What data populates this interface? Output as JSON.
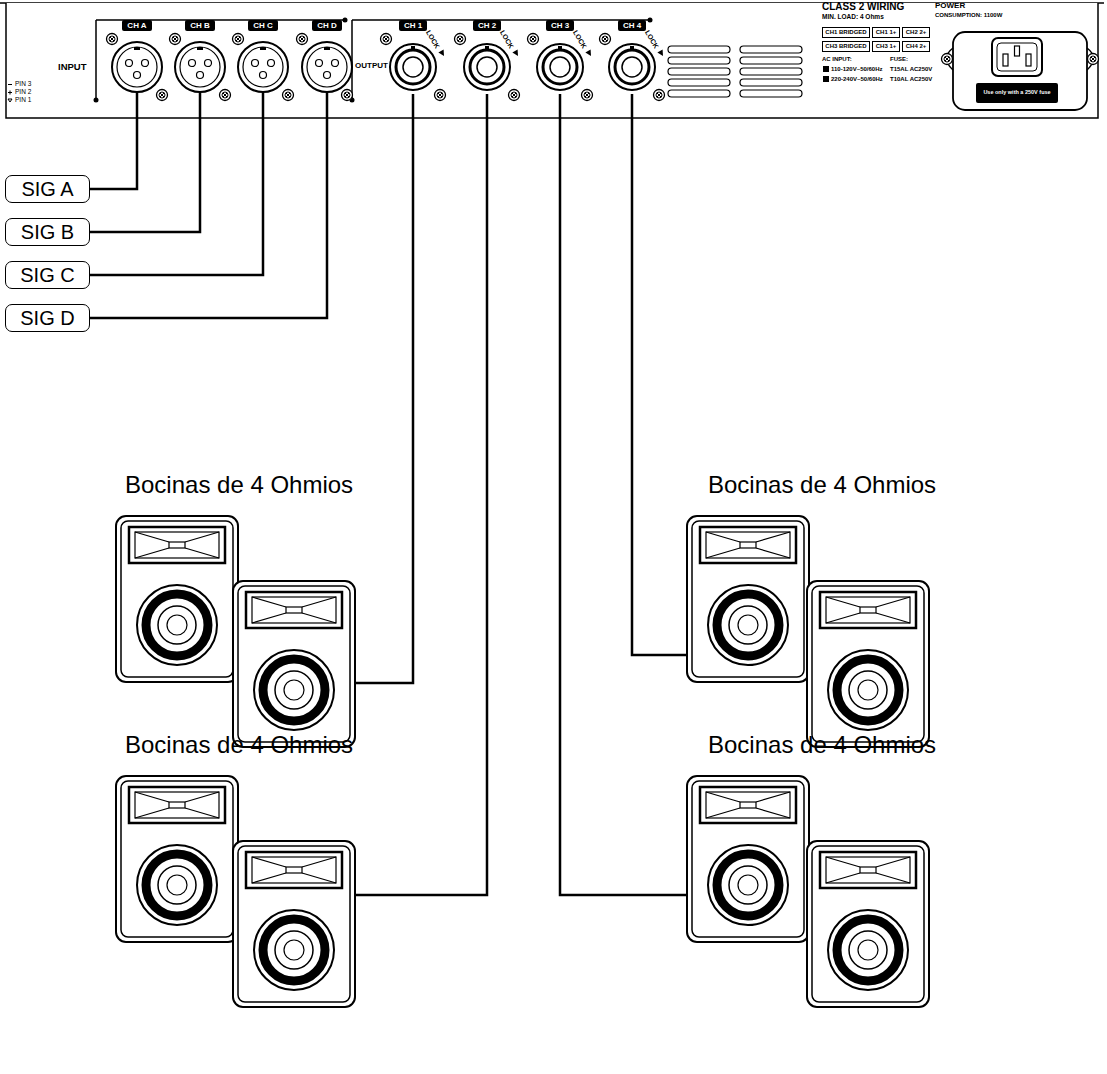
{
  "diagram": {
    "nodes": [
      {
        "text": [
          "CH A"
        ]
      },
      {
        "text": [
          "CH B"
        ]
      },
      {
        "text": [
          "CH C"
        ]
      },
      {
        "text": [
          "CH D"
        ]
      },
      {
        "text": [
          "CH 1"
        ]
      },
      {
        "text": [
          "CH 2"
        ]
      },
      {
        "text": [
          "CH 3"
        ]
      },
      {
        "text": [
          "CH 4"
        ]
      },
      {
        "text": [
          "SIG A"
        ]
      },
      {
        "text": [
          "SIG B"
        ]
      },
      {
        "text": [
          "SIG C"
        ]
      },
      {
        "text": [
          "SIG D"
        ]
      },
      {
        "text": [
          "Bocinas de 4 Ohmios"
        ]
      },
      {
        "text": [
          "Bocinas de 4 Ohmios"
        ]
      },
      {
        "text": [
          "Bocinas de 4 Ohmios"
        ]
      },
      {
        "text": [
          "Bocinas de 4 Ohmios"
        ]
      }
    ],
    "edges": [
      {
        "from": 8,
        "to": 0,
        "arrow": "none"
      },
      {
        "from": 9,
        "to": 1,
        "arrow": "none"
      },
      {
        "from": 10,
        "to": 2,
        "arrow": "none"
      },
      {
        "from": 11,
        "to": 3,
        "arrow": "none"
      },
      {
        "from": 4,
        "to": 12,
        "arrow": "none"
      },
      {
        "from": 5,
        "to": 14,
        "arrow": "none"
      },
      {
        "from": 6,
        "to": 15,
        "arrow": "none"
      },
      {
        "from": 7,
        "to": 13,
        "arrow": "none"
      }
    ],
    "labels": [
      "INPUT",
      "PIN 3",
      "PIN 2",
      "PIN 1",
      "OUTPUT",
      "LOCK",
      "LOCK",
      "LOCK",
      "LOCK",
      "CLASS 2 WIRING",
      "MIN. LOAD: 4 Ohms",
      "CH1 BRIDGED",
      "CH1 1+",
      "CH2 2+",
      "CH3 BRIDGED",
      "CH3 1+",
      "CH4 2+",
      "AC INPUT:",
      "FUSE:",
      "110-120V~50/60Hz",
      "T15AL AC250V",
      "220-240V~50/60Hz",
      "T10AL AC250V",
      "POWER",
      "CONSUMPTION: 1100W",
      "Use only with a 250V fuse"
    ]
  }
}
